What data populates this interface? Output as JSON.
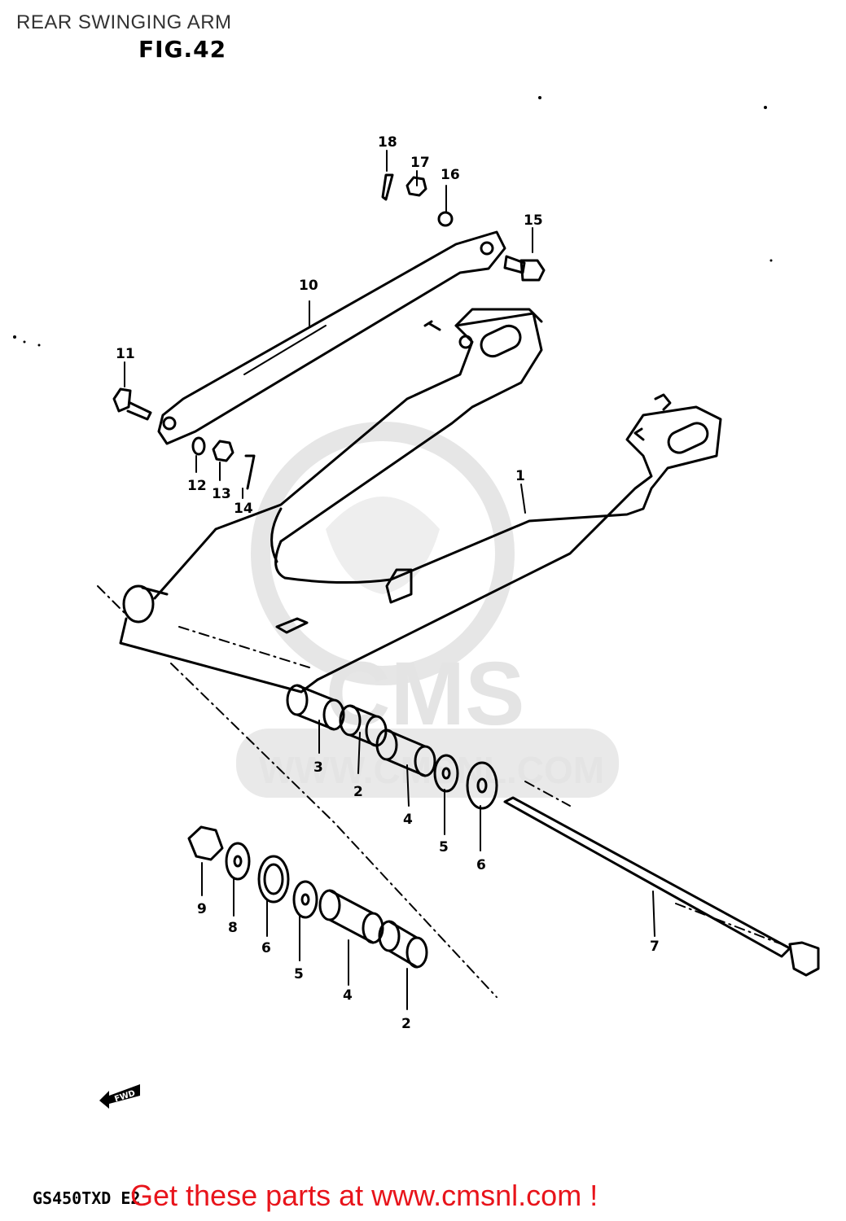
{
  "title": "REAR SWINGING ARM",
  "figure": "FIG.42",
  "model_code": "GS450TXD E2",
  "cta": "Get these parts at www.cmsnl.com !",
  "watermark": {
    "brand": "CMS",
    "url": "WWW.CMSNL.COM"
  },
  "fwd_label": "FWD",
  "callouts": [
    "1",
    "2",
    "2",
    "3",
    "4",
    "4",
    "5",
    "5",
    "6",
    "6",
    "7",
    "8",
    "9",
    "10",
    "11",
    "12",
    "13",
    "14",
    "15",
    "16",
    "17",
    "18"
  ],
  "colors": {
    "cta": "#e8141b",
    "watermark": "#e4e4e4",
    "line": "#000000"
  }
}
